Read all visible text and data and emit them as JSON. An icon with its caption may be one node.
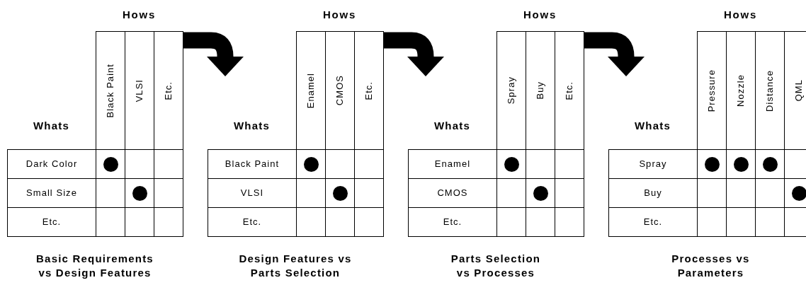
{
  "diagram": {
    "nodes": [
      {
        "text": [
          "Hows",
          "Black Paint",
          "VLSI",
          "Etc.",
          "Whats",
          "Dark Color",
          "Small Size",
          "Etc."
        ],
        "beside": [
          "Basic Requirements vs Design Features"
        ]
      },
      {
        "text": [
          "Hows",
          "Enamel",
          "CMOS",
          "Etc.",
          "Whats",
          "Black Paint",
          "VLSI",
          "Etc."
        ],
        "beside": [
          "Design Features vs Parts Selection"
        ]
      },
      {
        "text": [
          "Hows",
          "Spray",
          "Buy",
          "Etc.",
          "Whats",
          "Enamel",
          "CMOS",
          "Etc."
        ],
        "beside": [
          "Parts Selection vs Processes"
        ]
      },
      {
        "text": [
          "Hows",
          "Pressure",
          "Nozzle",
          "Distance",
          "QML",
          "Whats",
          "Spray",
          "Buy",
          "Etc."
        ],
        "beside": [
          "Processes vs Parameters"
        ]
      }
    ],
    "edges": [
      {
        "from": 0,
        "to": 1,
        "arrow": "to"
      },
      {
        "from": 1,
        "to": 2,
        "arrow": "to"
      },
      {
        "from": 2,
        "to": 3,
        "arrow": "to"
      }
    ]
  }
}
